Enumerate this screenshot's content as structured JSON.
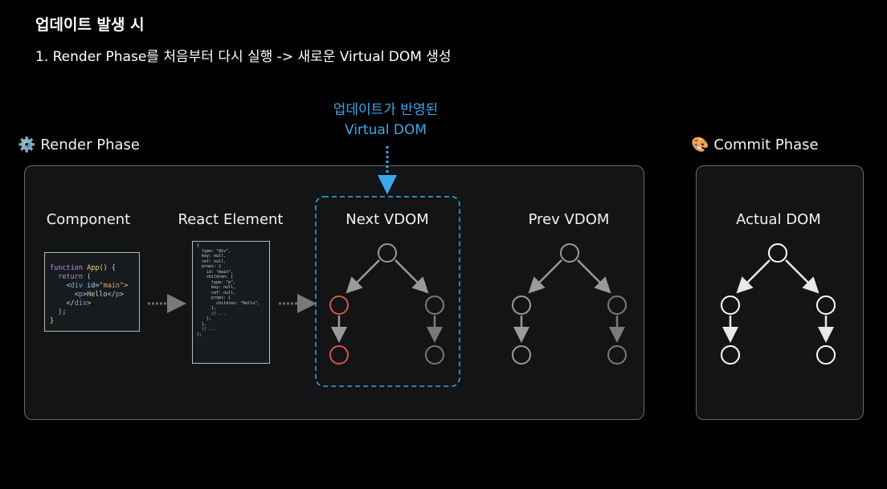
{
  "header": {
    "title": "업데이트 발생 시",
    "subtitle": "1.  Render Phase를 처음부터 다시 실행 -> 새로운 Virtual DOM 생성"
  },
  "callout": {
    "line1": "업데이트가 반영된",
    "line2": "Virtual DOM",
    "color": "#3aa8ec"
  },
  "render_phase": {
    "icon": "gear-icon",
    "label": "Render Phase",
    "columns": {
      "component": "Component",
      "react_element": "React Element",
      "next_vdom": "Next VDOM",
      "prev_vdom": "Prev VDOM"
    }
  },
  "commit_phase": {
    "icon": "palette-icon",
    "label": "Commit Phase",
    "columns": {
      "actual_dom": "Actual DOM"
    }
  },
  "component_code": [
    "function App() {",
    "  return (",
    "    <div id=\"main\">",
    "      <p>Hello</p>",
    "    </div>",
    "  );",
    "}"
  ],
  "element_code": [
    "{",
    "  type: \"div\",",
    "  key: null,",
    "  ref: null,",
    "  props: {",
    "    id: \"main\",",
    "    children: {",
    "      type: \"p\",",
    "      key: null,",
    "      ref: null,",
    "      props: {",
    "        children: \"Hello\",",
    "      },",
    "      // ...",
    "    },",
    "  },",
    "  // ...",
    "};"
  ],
  "colors": {
    "background": "#000000",
    "panel": "#121415",
    "accent_blue": "#3aa8ec",
    "updated_node": "#d9534f",
    "prev_node": "#9a9a9a",
    "actual_node": "#ffffff"
  }
}
